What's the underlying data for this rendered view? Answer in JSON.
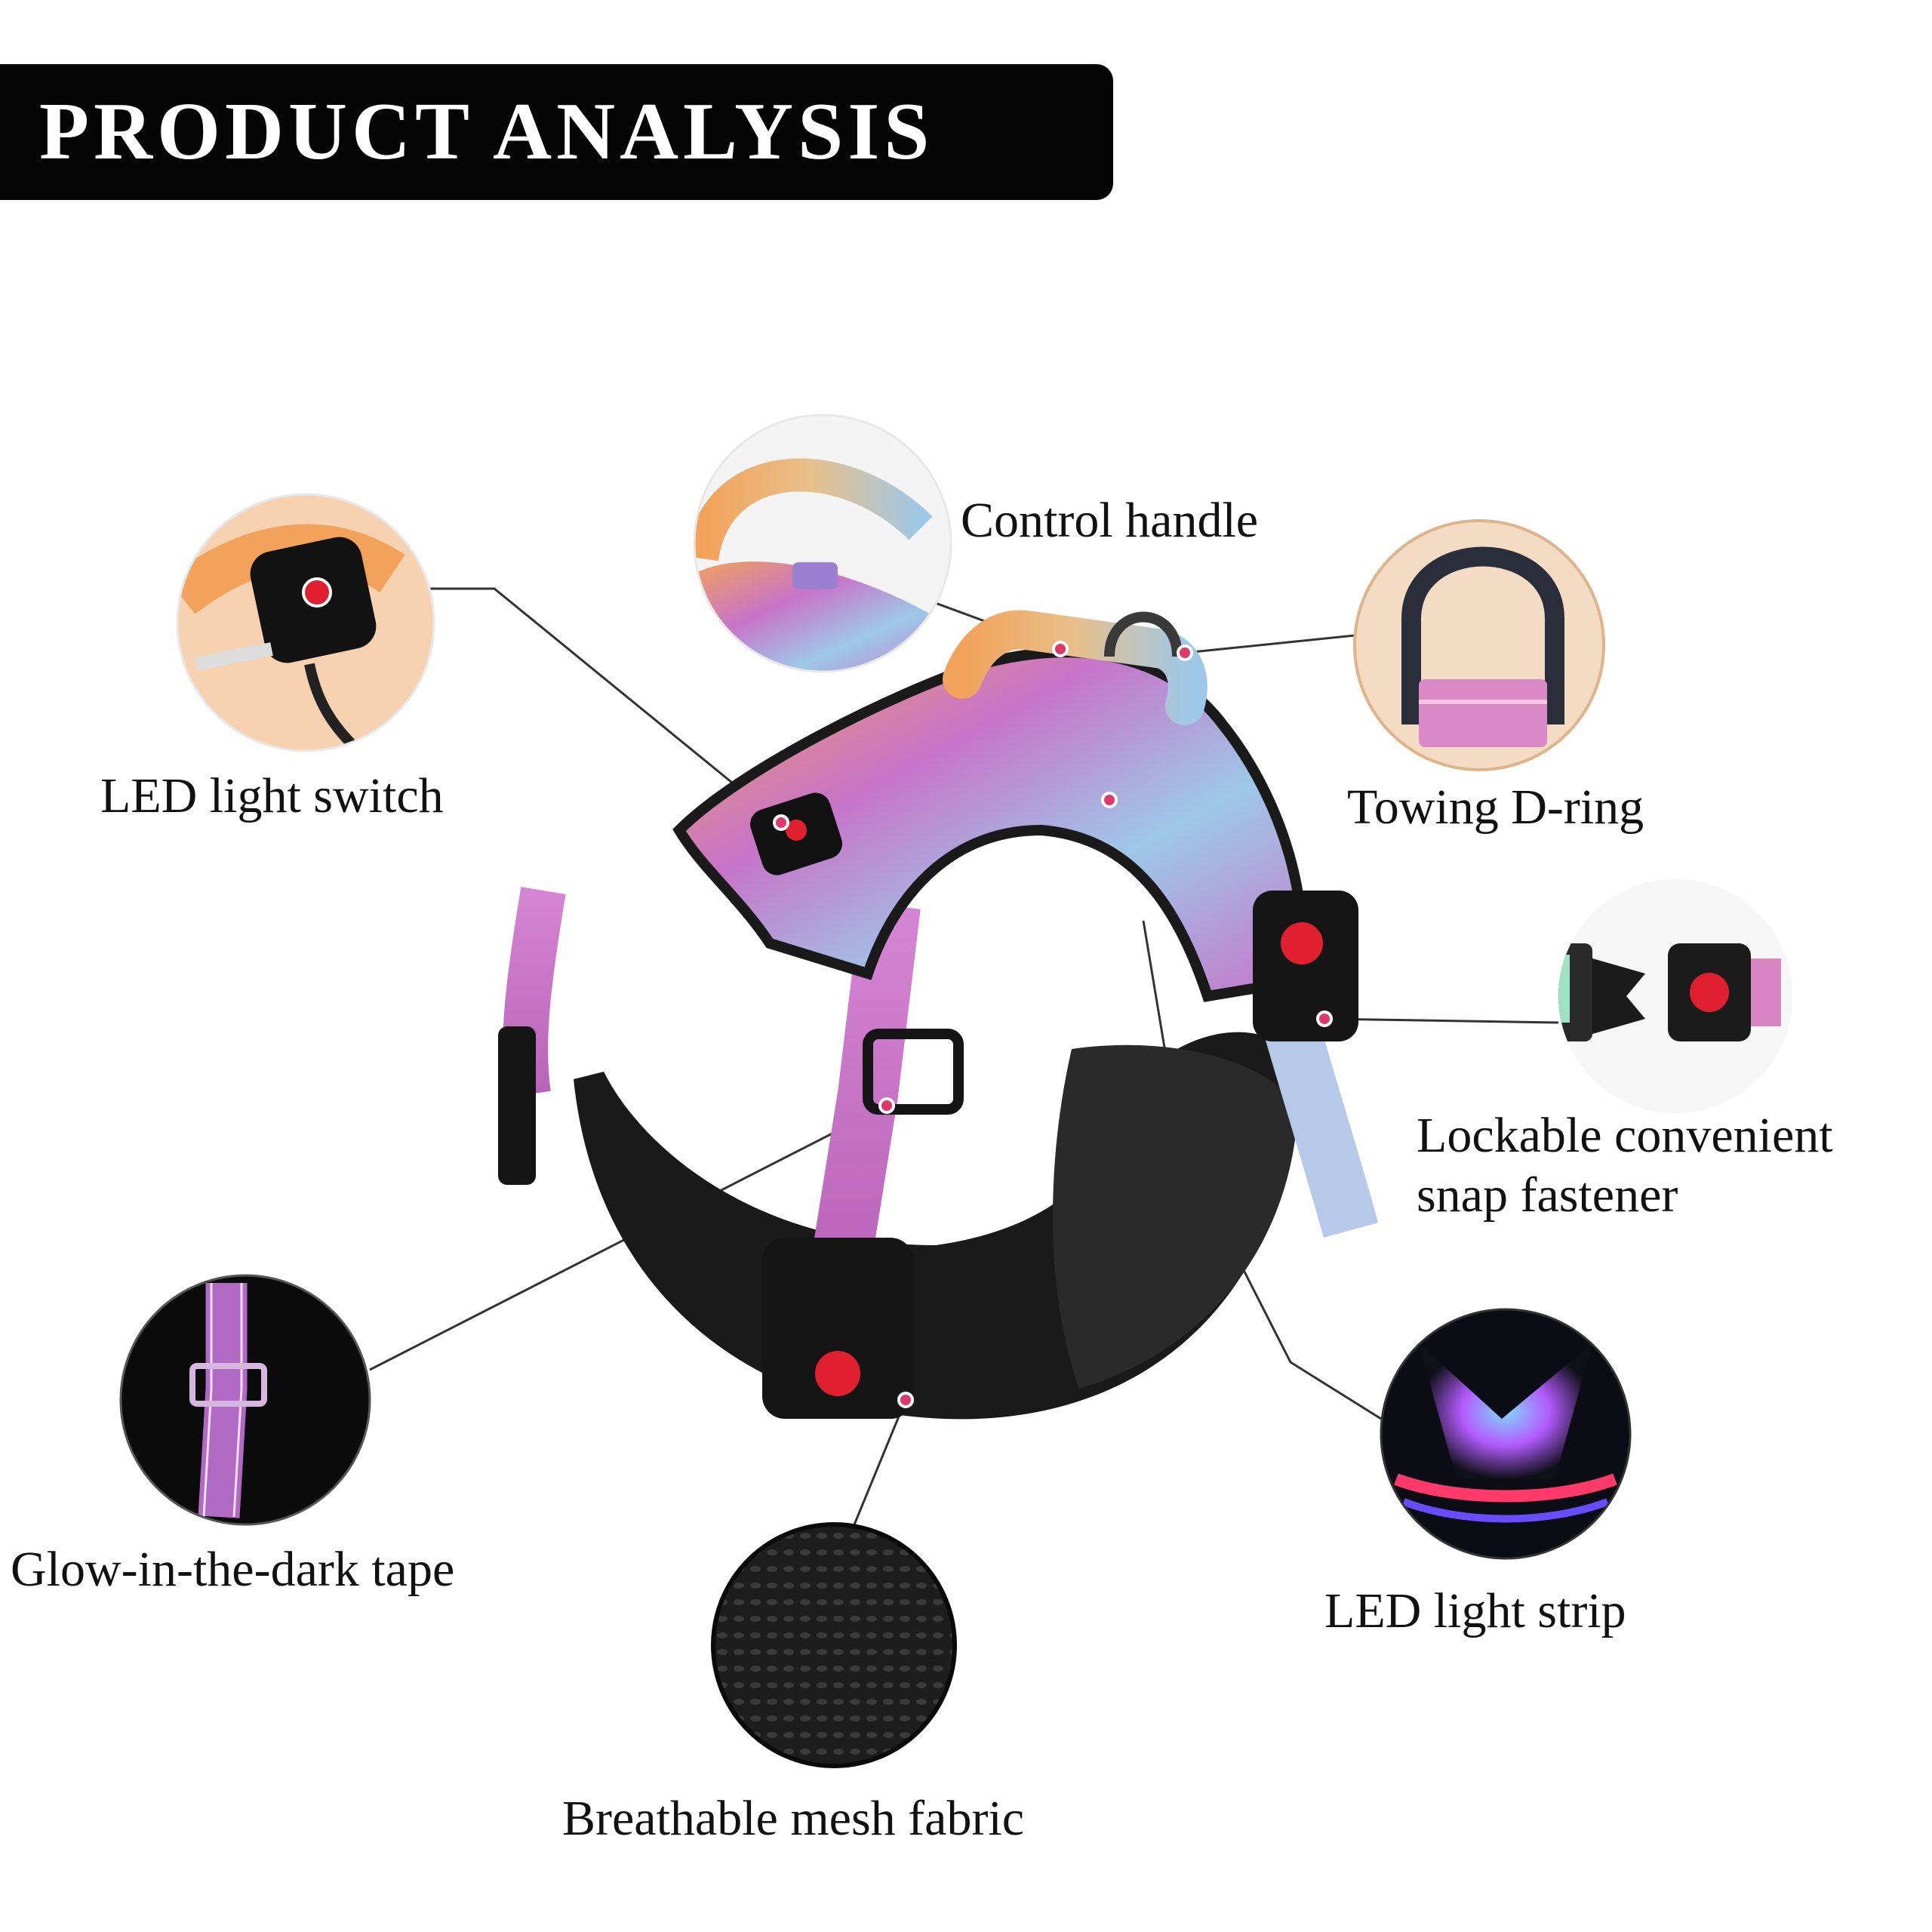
{
  "header": {
    "title": "PRODUCT ANALYSIS"
  },
  "labels": {
    "led_switch": "LED light switch",
    "control_handle": "Control handle",
    "towing_dring": "Towing D-ring",
    "snap_fastener_line1": "Lockable convenient",
    "snap_fastener_line2": "snap fastener",
    "glow_tape": "Glow-in-the-dark tape",
    "mesh_fabric": "Breathable mesh fabric",
    "led_strip": "LED light strip"
  },
  "colors": {
    "banner": "#050505",
    "banner_text": "#ffffff",
    "label_text": "#111111",
    "leader_line": "#333333",
    "pin_dot": "#e0386a",
    "harness_pink": "#c774c9",
    "harness_orange": "#f2a25a",
    "harness_blue": "#9ec8e8",
    "padding_black": "#1a1a1a",
    "buckle_red": "#e0202e"
  },
  "icons": {
    "switch": "led-switch-icon",
    "handle": "control-handle-icon",
    "dring": "d-ring-icon",
    "buckle": "snap-buckle-icon",
    "tape": "glow-tape-icon",
    "mesh": "mesh-fabric-icon",
    "strip": "led-strip-icon"
  }
}
